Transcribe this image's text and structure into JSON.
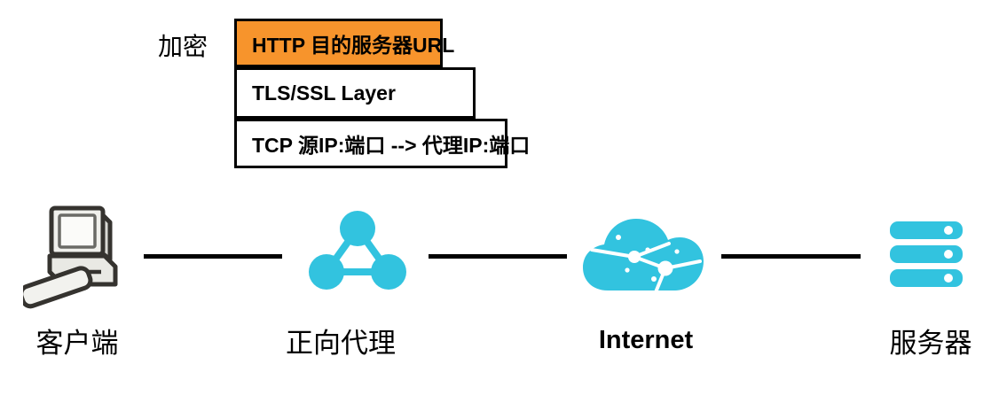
{
  "diagram": {
    "encryption_label": "加密",
    "stack": [
      {
        "name": "http-layer",
        "label": "HTTP 目的服务器URL",
        "highlighted": true
      },
      {
        "name": "tls-layer",
        "label": "TLS/SSL Layer",
        "highlighted": false
      },
      {
        "name": "tcp-layer",
        "label": "TCP 源IP:端口 --> 代理IP:端口",
        "highlighted": false
      }
    ],
    "nodes": [
      {
        "icon": "desktop-computer-icon",
        "label": "客户端"
      },
      {
        "icon": "network-nodes-icon",
        "label": "正向代理"
      },
      {
        "icon": "cloud-network-icon",
        "label": "Internet"
      },
      {
        "icon": "server-stack-icon",
        "label": "服务器"
      }
    ],
    "colors": {
      "highlight_orange": "#F7942C",
      "node_cyan": "#32C3DF",
      "connector_black": "#000000"
    }
  }
}
